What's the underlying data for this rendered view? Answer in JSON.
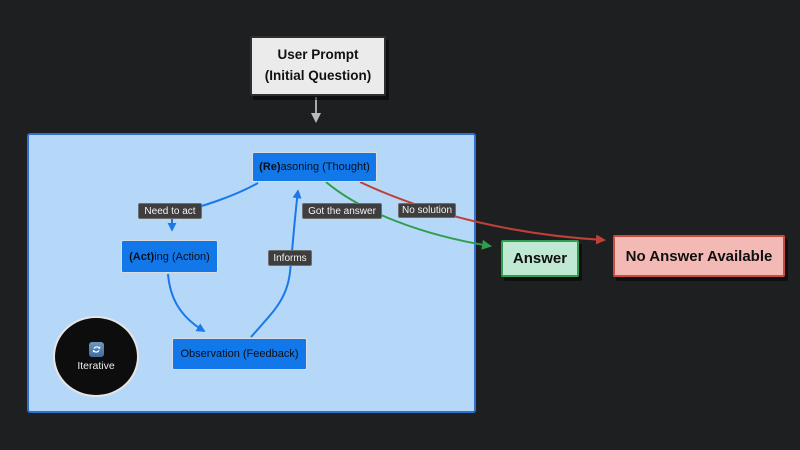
{
  "colors": {
    "canvas_bg": "#1e1f21",
    "container_fill": "#b6d8f8",
    "container_border": "#2e6fd0",
    "node_blue": "#1277e8",
    "label_bg": "#3e3e3e",
    "answer_fill": "#bfe9d2",
    "answer_border": "#2e9e50",
    "no_answer_fill": "#f2b9b5",
    "no_answer_border": "#c94c42",
    "arrow_blue": "#1a78e8",
    "arrow_green": "#2f9e4c",
    "arrow_red": "#bf4036",
    "arrow_gray": "#b9bcbe"
  },
  "user_prompt": {
    "line1": "User Prompt",
    "line2": "(Initial Question)"
  },
  "diagram": {
    "reasoning": {
      "bold": "(Re)",
      "rest": "asoning (Thought)"
    },
    "acting": {
      "bold": "(Act)",
      "rest": "ing (Action)"
    },
    "observation": {
      "label": "Observation (Feedback)"
    },
    "edge_labels": {
      "need_to_act": "Need to act",
      "informs": "Informs",
      "got_the_answer": "Got the answer",
      "no_solution": "No solution"
    },
    "iterative": {
      "label": "Iterative"
    }
  },
  "outcomes": {
    "answer": "Answer",
    "no_answer": "No Answer Available"
  }
}
